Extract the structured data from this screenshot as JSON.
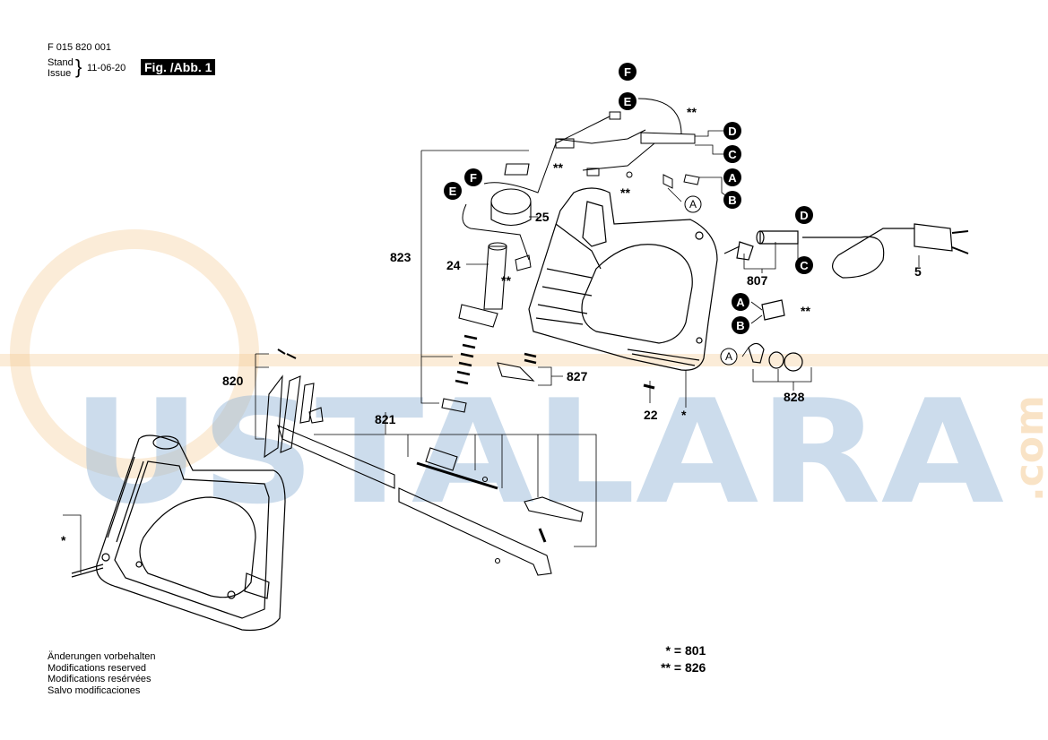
{
  "header": {
    "part_number": "F 015 820 001",
    "stand_label": "Stand",
    "issue_label": "Issue",
    "date": "11-06-20",
    "figure_label": "Fig. /Abb. 1"
  },
  "watermark": {
    "text": "USTALARA",
    "suffix": ".com",
    "color": "#8fb3d6",
    "accent_color": "#f4c98f"
  },
  "callouts": {
    "p823": "823",
    "p24": "24",
    "p25": "25",
    "p820": "820",
    "p821": "821",
    "p827": "827",
    "p22": "22",
    "p807": "807",
    "p5": "5",
    "p828": "828",
    "star_frame": "*",
    "star_bottom": "*",
    "dstar_top": "**",
    "dstar_switch": "**",
    "dstar_mid": "**",
    "dstar_cable": "**",
    "dstar_right": "**"
  },
  "connectors": {
    "F": "F",
    "E": "E",
    "D": "D",
    "C": "C",
    "A": "A",
    "B": "B"
  },
  "outline_tags": {
    "A": "A"
  },
  "footnotes": [
    "Änderungen vorbehalten",
    "Modifications reserved",
    "Modifications resérvées",
    "Salvo modificaciones"
  ],
  "legend": [
    {
      "key": "*",
      "value": "= 801"
    },
    {
      "key": "**",
      "value": "= 826"
    }
  ]
}
